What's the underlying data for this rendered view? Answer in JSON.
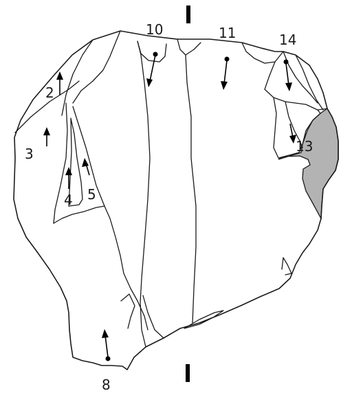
{
  "scar_labels": [
    {
      "id": "label-2",
      "text": "2"
    },
    {
      "id": "label-3",
      "text": "3"
    },
    {
      "id": "label-4",
      "text": "4"
    },
    {
      "id": "label-5",
      "text": "5"
    },
    {
      "id": "label-8",
      "text": "8"
    },
    {
      "id": "label-10",
      "text": "10"
    },
    {
      "id": "label-11",
      "text": "11"
    },
    {
      "id": "label-13",
      "text": "13"
    },
    {
      "id": "label-14",
      "text": "14"
    }
  ],
  "colors": {
    "line": "#1a1a1a",
    "cortex_fill": "#b3b3b3",
    "background": "#ffffff"
  }
}
